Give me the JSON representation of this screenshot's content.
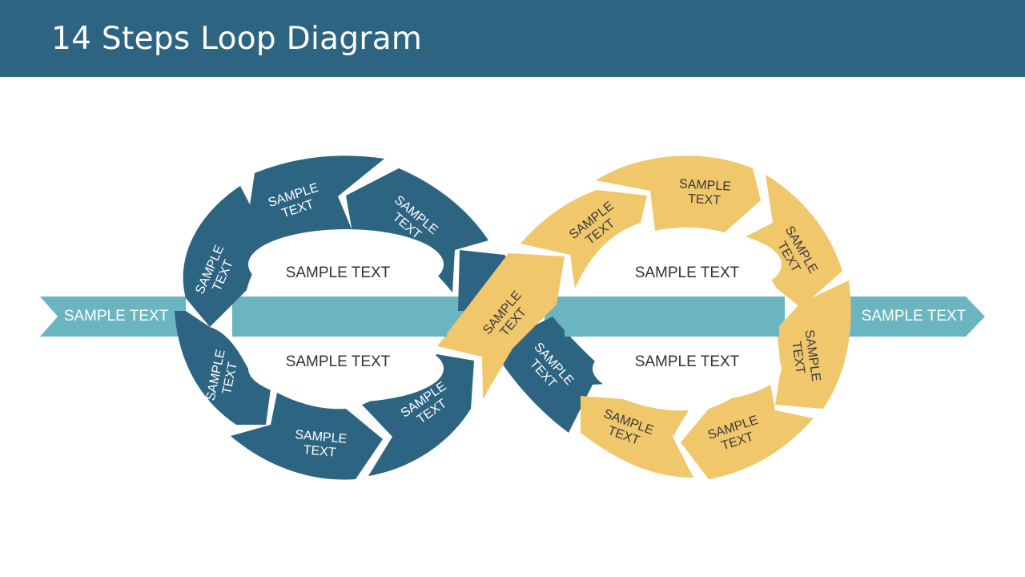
{
  "slide": {
    "title": "14 Steps Loop Diagram"
  },
  "colors": {
    "header": "#2c6481",
    "blue_loop": "#2c6481",
    "yellow_loop": "#f0c76b",
    "band": "#6bb5c0",
    "background": "#ffffff"
  },
  "arrows": {
    "left_label": "SAMPLE TEXT",
    "right_label": "SAMPLE TEXT"
  },
  "centers": {
    "left_top": "SAMPLE TEXT",
    "left_bottom": "SAMPLE TEXT",
    "right_top": "SAMPLE TEXT",
    "right_bottom": "SAMPLE TEXT"
  },
  "steps": [
    {
      "line1": "SAMPLE",
      "line2": "TEXT"
    },
    {
      "line1": "SAMPLE",
      "line2": "TEXT"
    },
    {
      "line1": "SAMPLE",
      "line2": "TEXT"
    },
    {
      "line1": "SAMPLE",
      "line2": "TEXT"
    },
    {
      "line1": "SAMPLE",
      "line2": "TEXT"
    },
    {
      "line1": "SAMPLE",
      "line2": "TEXT"
    },
    {
      "line1": "SAMPLE",
      "line2": "TEXT"
    },
    {
      "line1": "SAMPLE",
      "line2": "TEXT"
    },
    {
      "line1": "SAMPLE",
      "line2": "TEXT"
    },
    {
      "line1": "SAMPLE",
      "line2": "TEXT"
    },
    {
      "line1": "SAMPLE",
      "line2": "TEXT"
    },
    {
      "line1": "SAMPLE",
      "line2": "TEXT"
    },
    {
      "line1": "SAMPLE",
      "line2": "TEXT"
    },
    {
      "line1": "SAMPLE",
      "line2": "TEXT"
    }
  ]
}
